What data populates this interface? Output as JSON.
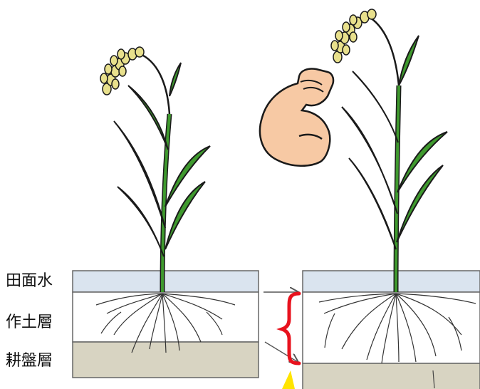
{
  "labels": {
    "water": "田面水",
    "topsoil": "作土層",
    "hardpan": "耕盤層"
  },
  "colors": {
    "water": "#dae4ef",
    "topsoil": "#ffffff",
    "hardpan": "#d8d4c2",
    "leaf": "#3f9a2e",
    "leaf_outline": "#1a1a1a",
    "grain": "#e8e08c",
    "brace": "#e8121d",
    "arrow_highlight": "#ffe400",
    "skin": "#f7c9a4"
  },
  "icons": {
    "strength": "flexed-arm-icon",
    "brace": "curly-brace-icon",
    "arrows": "right-arrow-icon"
  }
}
